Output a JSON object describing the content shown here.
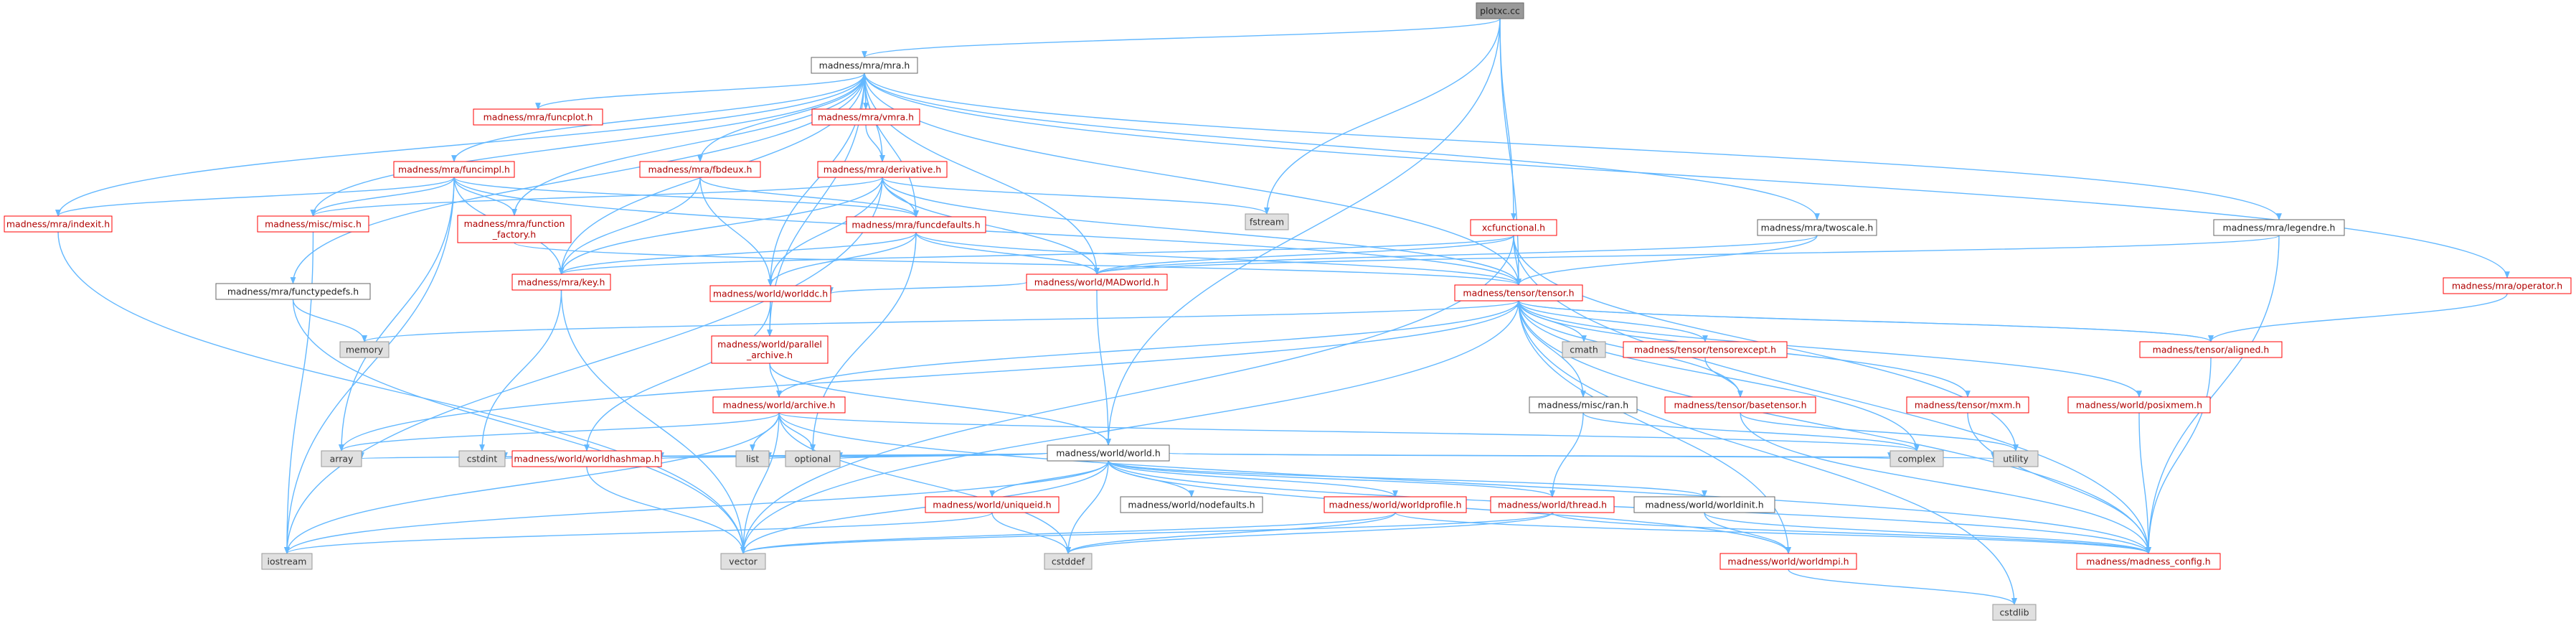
{
  "nodes": [
    {
      "id": "plotxc",
      "label": [
        "plotxc.cc"
      ],
      "kind": "root"
    },
    {
      "id": "mra",
      "label": [
        "madness/mra/mra.h"
      ],
      "kind": "plain"
    },
    {
      "id": "fstream",
      "label": [
        "fstream"
      ],
      "kind": "std"
    },
    {
      "id": "xcfunctional",
      "label": [
        "xcfunctional.h"
      ],
      "kind": "red"
    },
    {
      "id": "world",
      "label": [
        "madness/world/world.h"
      ],
      "kind": "plain"
    },
    {
      "id": "tensor",
      "label": [
        "madness/tensor/tensor.h"
      ],
      "kind": "red"
    },
    {
      "id": "funcplot",
      "label": [
        "madness/mra/funcplot.h"
      ],
      "kind": "red"
    },
    {
      "id": "vmra",
      "label": [
        "madness/mra/vmra.h"
      ],
      "kind": "red"
    },
    {
      "id": "funcimpl",
      "label": [
        "madness/mra/funcimpl.h"
      ],
      "kind": "red"
    },
    {
      "id": "fbdeux",
      "label": [
        "madness/mra/fbdeux.h"
      ],
      "kind": "red"
    },
    {
      "id": "derivative",
      "label": [
        "madness/mra/derivative.h"
      ],
      "kind": "red"
    },
    {
      "id": "indexit",
      "label": [
        "madness/mra/indexit.h"
      ],
      "kind": "red"
    },
    {
      "id": "miscmisc",
      "label": [
        "madness/misc/misc.h"
      ],
      "kind": "red"
    },
    {
      "id": "funcfactory",
      "label": [
        "madness/mra/function",
        "_factory.h"
      ],
      "kind": "red"
    },
    {
      "id": "funcdefaults",
      "label": [
        "madness/mra/funcdefaults.h"
      ],
      "kind": "red"
    },
    {
      "id": "twoscale",
      "label": [
        "madness/mra/twoscale.h"
      ],
      "kind": "plain"
    },
    {
      "id": "legendre",
      "label": [
        "madness/mra/legendre.h"
      ],
      "kind": "plain"
    },
    {
      "id": "operator",
      "label": [
        "madness/mra/operator.h"
      ],
      "kind": "red"
    },
    {
      "id": "key",
      "label": [
        "madness/mra/key.h"
      ],
      "kind": "red"
    },
    {
      "id": "madworld",
      "label": [
        "madness/world/MADworld.h"
      ],
      "kind": "red"
    },
    {
      "id": "functypedefs",
      "label": [
        "madness/mra/functypedefs.h"
      ],
      "kind": "plain"
    },
    {
      "id": "worlddc",
      "label": [
        "madness/world/worlddc.h"
      ],
      "kind": "red"
    },
    {
      "id": "memory",
      "label": [
        "memory"
      ],
      "kind": "std"
    },
    {
      "id": "parallelarchive",
      "label": [
        "madness/world/parallel",
        "_archive.h"
      ],
      "kind": "red"
    },
    {
      "id": "cmath",
      "label": [
        "cmath"
      ],
      "kind": "std"
    },
    {
      "id": "tensorexcept",
      "label": [
        "madness/tensor/tensorexcept.h"
      ],
      "kind": "red"
    },
    {
      "id": "aligned",
      "label": [
        "madness/tensor/aligned.h"
      ],
      "kind": "red"
    },
    {
      "id": "archive",
      "label": [
        "madness/world/archive.h"
      ],
      "kind": "red"
    },
    {
      "id": "ran",
      "label": [
        "madness/misc/ran.h"
      ],
      "kind": "plain"
    },
    {
      "id": "basetensor",
      "label": [
        "madness/tensor/basetensor.h"
      ],
      "kind": "red"
    },
    {
      "id": "mxm",
      "label": [
        "madness/tensor/mxm.h"
      ],
      "kind": "red"
    },
    {
      "id": "posixmem",
      "label": [
        "madness/world/posixmem.h"
      ],
      "kind": "red"
    },
    {
      "id": "array",
      "label": [
        "array"
      ],
      "kind": "std"
    },
    {
      "id": "cstdint",
      "label": [
        "cstdint"
      ],
      "kind": "std"
    },
    {
      "id": "worldhashmap",
      "label": [
        "madness/world/worldhashmap.h"
      ],
      "kind": "red"
    },
    {
      "id": "list",
      "label": [
        "list"
      ],
      "kind": "std"
    },
    {
      "id": "optional",
      "label": [
        "optional"
      ],
      "kind": "std"
    },
    {
      "id": "uniqueid",
      "label": [
        "madness/world/uniqueid.h"
      ],
      "kind": "red"
    },
    {
      "id": "nodefaults",
      "label": [
        "madness/world/nodefaults.h"
      ],
      "kind": "plain"
    },
    {
      "id": "worldprofile",
      "label": [
        "madness/world/worldprofile.h"
      ],
      "kind": "red"
    },
    {
      "id": "thread",
      "label": [
        "madness/world/thread.h"
      ],
      "kind": "red"
    },
    {
      "id": "worldinit",
      "label": [
        "madness/world/worldinit.h"
      ],
      "kind": "plain"
    },
    {
      "id": "complex",
      "label": [
        "complex"
      ],
      "kind": "std"
    },
    {
      "id": "utility",
      "label": [
        "utility"
      ],
      "kind": "std"
    },
    {
      "id": "iostream",
      "label": [
        "iostream"
      ],
      "kind": "std"
    },
    {
      "id": "vector",
      "label": [
        "vector"
      ],
      "kind": "std"
    },
    {
      "id": "cstddef",
      "label": [
        "cstddef"
      ],
      "kind": "std"
    },
    {
      "id": "worldmpi",
      "label": [
        "madness/world/worldmpi.h"
      ],
      "kind": "red"
    },
    {
      "id": "madconfig",
      "label": [
        "madness/madness_config.h"
      ],
      "kind": "red"
    },
    {
      "id": "cstdlib",
      "label": [
        "cstdlib"
      ],
      "kind": "std"
    }
  ],
  "edges": [
    [
      "plotxc",
      "mra"
    ],
    [
      "plotxc",
      "fstream"
    ],
    [
      "plotxc",
      "xcfunctional"
    ],
    [
      "plotxc",
      "world"
    ],
    [
      "plotxc",
      "tensor"
    ],
    [
      "mra",
      "funcplot"
    ],
    [
      "mra",
      "vmra"
    ],
    [
      "mra",
      "funcimpl"
    ],
    [
      "mra",
      "fbdeux"
    ],
    [
      "mra",
      "derivative"
    ],
    [
      "mra",
      "indexit"
    ],
    [
      "mra",
      "miscmisc"
    ],
    [
      "mra",
      "funcfactory"
    ],
    [
      "mra",
      "funcdefaults"
    ],
    [
      "mra",
      "twoscale"
    ],
    [
      "mra",
      "legendre"
    ],
    [
      "mra",
      "operator"
    ],
    [
      "mra",
      "key"
    ],
    [
      "mra",
      "madworld"
    ],
    [
      "mra",
      "functypedefs"
    ],
    [
      "mra",
      "worlddc"
    ],
    [
      "mra",
      "parallelarchive"
    ],
    [
      "mra",
      "tensor"
    ],
    [
      "vmra",
      "mra"
    ],
    [
      "vmra",
      "derivative"
    ],
    [
      "funcimpl",
      "indexit"
    ],
    [
      "funcimpl",
      "miscmisc"
    ],
    [
      "funcimpl",
      "funcfactory"
    ],
    [
      "funcimpl",
      "key"
    ],
    [
      "funcimpl",
      "funcdefaults"
    ],
    [
      "funcimpl",
      "tensor"
    ],
    [
      "funcimpl",
      "array"
    ],
    [
      "funcimpl",
      "iostream"
    ],
    [
      "fbdeux",
      "key"
    ],
    [
      "fbdeux",
      "worlddc"
    ],
    [
      "fbdeux",
      "funcdefaults"
    ],
    [
      "derivative",
      "fstream"
    ],
    [
      "derivative",
      "funcdefaults"
    ],
    [
      "derivative",
      "madworld"
    ],
    [
      "derivative",
      "key"
    ],
    [
      "derivative",
      "worlddc"
    ],
    [
      "derivative",
      "miscmisc"
    ],
    [
      "derivative",
      "iostream"
    ],
    [
      "derivative",
      "tensor"
    ],
    [
      "indexit",
      "vector"
    ],
    [
      "miscmisc",
      "iostream"
    ],
    [
      "funcfactory",
      "tensor"
    ],
    [
      "funcdefaults",
      "key"
    ],
    [
      "funcdefaults",
      "madworld"
    ],
    [
      "funcdefaults",
      "worlddc"
    ],
    [
      "funcdefaults",
      "tensor"
    ],
    [
      "funcdefaults",
      "optional"
    ],
    [
      "twoscale",
      "tensor"
    ],
    [
      "twoscale",
      "madworld"
    ],
    [
      "legendre",
      "madworld"
    ],
    [
      "legendre",
      "madconfig"
    ],
    [
      "operator",
      "aligned"
    ],
    [
      "key",
      "cstdint"
    ],
    [
      "key",
      "vector"
    ],
    [
      "madworld",
      "world"
    ],
    [
      "madworld",
      "worlddc"
    ],
    [
      "functypedefs",
      "memory"
    ],
    [
      "functypedefs",
      "vector"
    ],
    [
      "worlddc",
      "worldhashmap"
    ],
    [
      "worlddc",
      "parallelarchive"
    ],
    [
      "xcfunctional",
      "key"
    ],
    [
      "xcfunctional",
      "madworld"
    ],
    [
      "xcfunctional",
      "tensor"
    ],
    [
      "xcfunctional",
      "vector"
    ],
    [
      "xcfunctional",
      "madconfig"
    ],
    [
      "xcfunctional",
      "utility"
    ],
    [
      "tensor",
      "memory"
    ],
    [
      "tensor",
      "cmath"
    ],
    [
      "tensor",
      "tensorexcept"
    ],
    [
      "tensor",
      "aligned"
    ],
    [
      "tensor",
      "ran"
    ],
    [
      "tensor",
      "basetensor"
    ],
    [
      "tensor",
      "mxm"
    ],
    [
      "tensor",
      "posixmem"
    ],
    [
      "tensor",
      "archive"
    ],
    [
      "tensor",
      "array"
    ],
    [
      "tensor",
      "complex"
    ],
    [
      "tensor",
      "madconfig"
    ],
    [
      "tensor",
      "cstdlib"
    ],
    [
      "tensor",
      "vector"
    ],
    [
      "tensor",
      "worldmpi"
    ],
    [
      "aligned",
      "tensor"
    ],
    [
      "aligned",
      "madconfig"
    ],
    [
      "tensorexcept",
      "basetensor"
    ],
    [
      "parallelarchive",
      "archive"
    ],
    [
      "parallelarchive",
      "world"
    ],
    [
      "archive",
      "array"
    ],
    [
      "archive",
      "list"
    ],
    [
      "archive",
      "optional"
    ],
    [
      "archive",
      "iostream"
    ],
    [
      "archive",
      "vector"
    ],
    [
      "archive",
      "cstddef"
    ],
    [
      "archive",
      "complex"
    ],
    [
      "archive",
      "madconfig"
    ],
    [
      "ran",
      "complex"
    ],
    [
      "ran",
      "thread"
    ],
    [
      "basetensor",
      "madconfig"
    ],
    [
      "basetensor",
      "utility"
    ],
    [
      "mxm",
      "madconfig"
    ],
    [
      "posixmem",
      "madconfig"
    ],
    [
      "world",
      "array"
    ],
    [
      "world",
      "list"
    ],
    [
      "world",
      "optional"
    ],
    [
      "world",
      "cstdint"
    ],
    [
      "world",
      "worldhashmap"
    ],
    [
      "world",
      "uniqueid"
    ],
    [
      "world",
      "nodefaults"
    ],
    [
      "world",
      "worldprofile"
    ],
    [
      "world",
      "thread"
    ],
    [
      "world",
      "worldinit"
    ],
    [
      "world",
      "complex"
    ],
    [
      "world",
      "utility"
    ],
    [
      "world",
      "cstddef"
    ],
    [
      "world",
      "iostream"
    ],
    [
      "world",
      "vector"
    ],
    [
      "world",
      "worldmpi"
    ],
    [
      "world",
      "madconfig"
    ],
    [
      "uniqueid",
      "cstddef"
    ],
    [
      "uniqueid",
      "iostream"
    ],
    [
      "worldprofile",
      "cstddef"
    ],
    [
      "worldprofile",
      "vector"
    ],
    [
      "worldprofile",
      "madconfig"
    ],
    [
      "thread",
      "vector"
    ],
    [
      "thread",
      "cstddef"
    ],
    [
      "thread",
      "madconfig"
    ],
    [
      "worldinit",
      "worldmpi"
    ],
    [
      "worldinit",
      "madconfig"
    ],
    [
      "worldmpi",
      "cstdlib"
    ],
    [
      "worldhashmap",
      "vector"
    ]
  ]
}
